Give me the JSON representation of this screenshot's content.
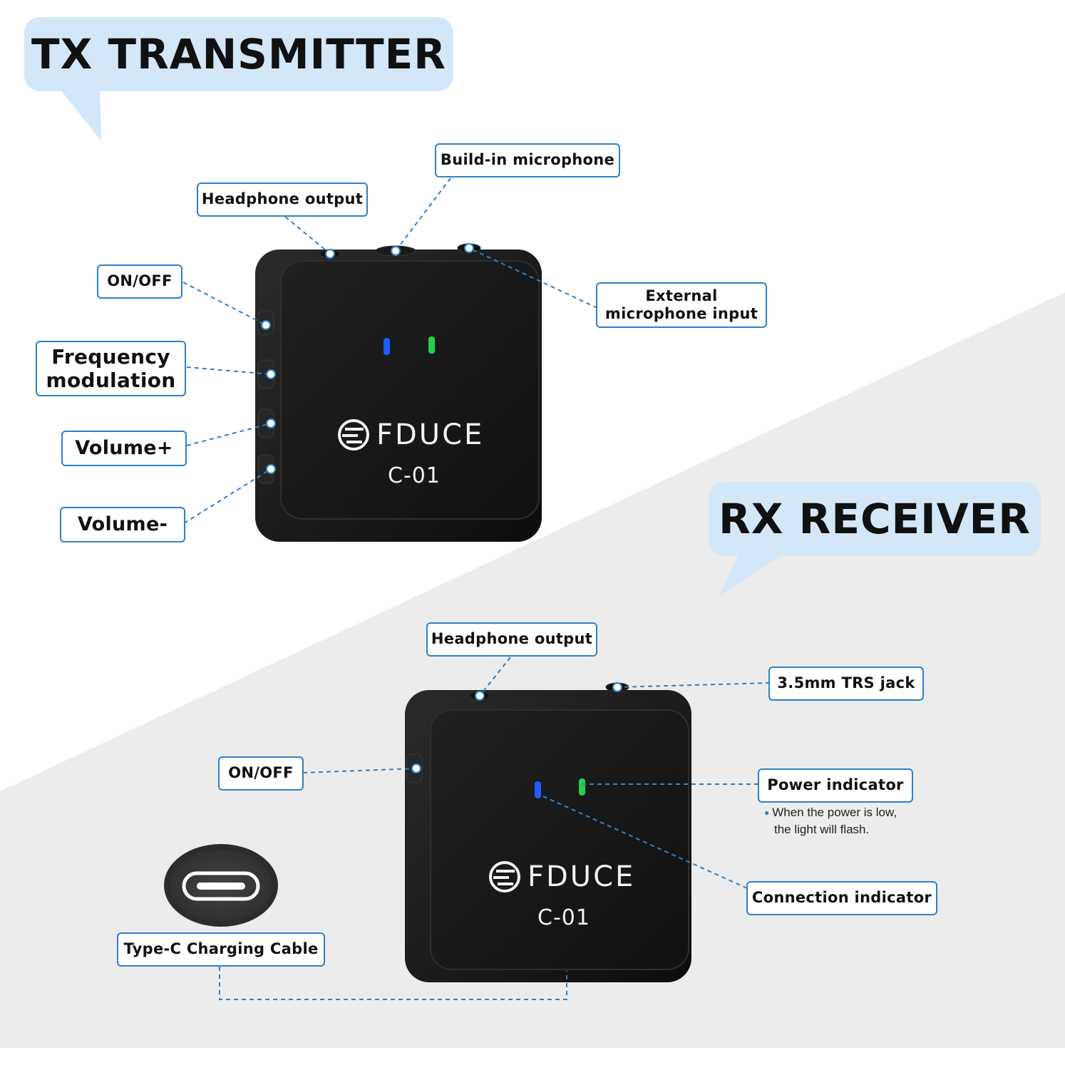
{
  "transmitter": {
    "title": "TX TRANSMITTER",
    "brand": "FDUCE",
    "model": "C-01",
    "callouts": {
      "headphone_output": "Headphone output",
      "builtin_mic": "Build-in microphone",
      "external_mic_line1": "External",
      "external_mic_line2": "microphone input",
      "on_off": "ON/OFF",
      "freq_line1": "Frequency",
      "freq_line2": "modulation",
      "volume_plus": "Volume+",
      "volume_minus": "Volume-"
    }
  },
  "receiver": {
    "title": "RX RECEIVER",
    "brand": "FDUCE",
    "model": "C-01",
    "callouts": {
      "headphone_output": "Headphone output",
      "trs_jack": "3.5mm TRS jack",
      "on_off": "ON/OFF",
      "power_indicator": "Power indicator",
      "power_note_line1": "When the power is low,",
      "power_note_line2": "the light will flash.",
      "connection_indicator": "Connection indicator",
      "type_c": "Type-C Charging Cable"
    }
  },
  "colors": {
    "accent": "#2f80c8",
    "bubble": "#d3e7f8",
    "device": "#1a1a1a",
    "led_blue": "#1f5cff",
    "led_green": "#22d14a",
    "background_gray": "#ededed"
  }
}
